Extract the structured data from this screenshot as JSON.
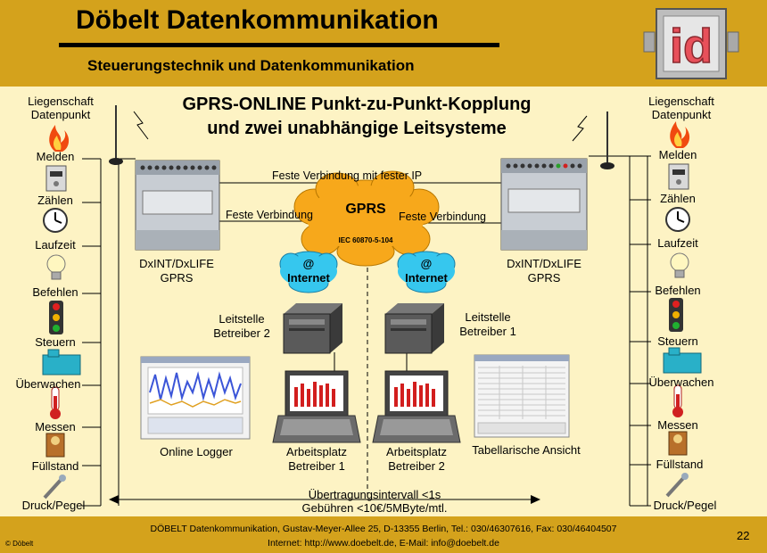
{
  "header": {
    "title": "Döbelt Datenkommunikation",
    "subtitle": "Steuerungstechnik und Datenkommunikation",
    "logo_text": "id"
  },
  "diagram": {
    "title_line1": "GPRS-ONLINE Punkt-zu-Punkt-Kopplung",
    "title_line2": "und zwei unabhängige Leitsysteme",
    "left_side": {
      "title_line1": "Liegenschaft",
      "title_line2": "Datenpunkt",
      "items": [
        "Melden",
        "Zählen",
        "Laufzeit",
        "Befehlen",
        "Steuern",
        "Überwachen",
        "Messen",
        "Füllstand",
        "Druck/Pegel"
      ]
    },
    "right_side": {
      "title_line1": "Liegenschaft",
      "title_line2": "Datenpunkt",
      "items": [
        "Melden",
        "Zählen",
        "Laufzeit",
        "Befehlen",
        "Steuern",
        "Überwachen",
        "Messen",
        "Füllstand",
        "Druck/Pegel"
      ]
    },
    "connections": {
      "fixed_ip": "Feste Verbindung mit fester IP",
      "fixed_left": "Feste Verbindung",
      "fixed_right": "Feste Verbindung"
    },
    "cloud": {
      "label": "GPRS",
      "protocol": "IEC 60870-5-104"
    },
    "internet_left": {
      "at": "@",
      "label": "Internet"
    },
    "internet_right": {
      "at": "@",
      "label": "Internet"
    },
    "device_left": {
      "line1": "DxINT/DxLIFE",
      "line2": "GPRS"
    },
    "device_right": {
      "line1": "DxINT/DxLIFE",
      "line2": "GPRS"
    },
    "control_left": {
      "line1": "Leitstelle",
      "line2": "Betreiber 2"
    },
    "control_right": {
      "line1": "Leitstelle",
      "line2": "Betreiber 1"
    },
    "workstation_left": {
      "line1": "Arbeitsplatz",
      "line2": "Betreiber 1"
    },
    "workstation_right": {
      "line1": "Arbeitsplatz",
      "line2": "Betreiber 2"
    },
    "online_logger": "Online Logger",
    "table_view": "Tabellarische Ansicht",
    "interval_line1": "Übertragungsintervall <1s",
    "interval_line2": "Gebühren <10€/5MByte/mtl."
  },
  "footer": {
    "line1": "DÖBELT Datenkommunikation, Gustav-Meyer-Allee 25, D-13355 Berlin, Tel.: 030/46307616, Fax: 030/46404507",
    "line2": "Internet: http://www.doebelt.de, E-Mail: info@doebelt.de",
    "copyright": "© Döbelt",
    "page_number": "22"
  },
  "colors": {
    "header_bg": "#d4a21c",
    "page_bg": "#fdf3c4",
    "cloud": "#f7a81b",
    "internet_cloud": "#36c7ee",
    "logo_red": "#e8505a"
  },
  "icons": [
    "flame-icon",
    "meter-icon",
    "clock-icon",
    "lightbulb-icon",
    "traffic-light-icon",
    "pump-icon",
    "thermometer-icon",
    "level-gauge-icon",
    "pressure-sensor-icon",
    "antenna-icon",
    "gprs-modem-icon",
    "server-icon",
    "laptop-icon",
    "chart-screenshot-icon",
    "table-screenshot-icon"
  ]
}
